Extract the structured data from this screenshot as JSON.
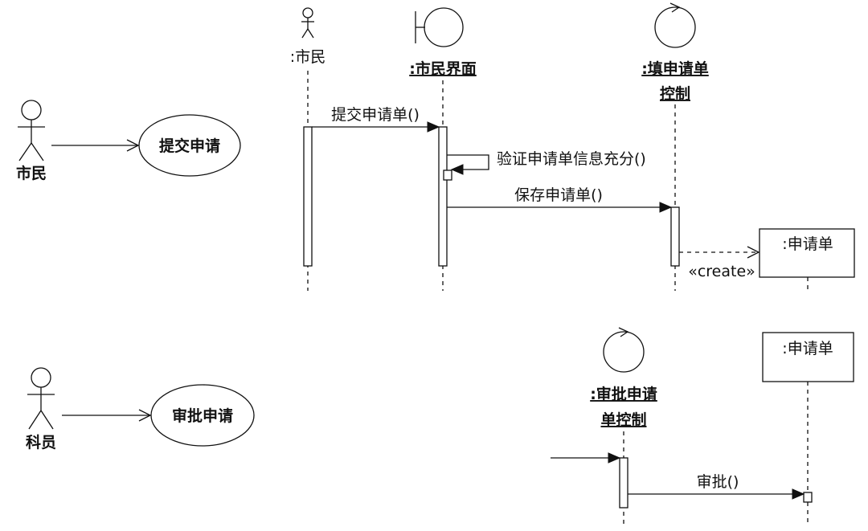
{
  "diagram": {
    "use_case_submit": {
      "actor": "市民",
      "use_case": "提交申请"
    },
    "use_case_approve": {
      "actor": "科员",
      "use_case": "审批申请"
    },
    "sequence_submit": {
      "lifeline_citizen": ":市民",
      "lifeline_ui": ":市民界面",
      "lifeline_control_line1": ":填申请单",
      "lifeline_control_line2": "控制",
      "object_form": ":申请单",
      "msg_submit": "提交申请单()",
      "msg_validate": "验证申请单信息充分()",
      "msg_save": "保存申请单()",
      "msg_create": "«create»"
    },
    "sequence_approve": {
      "lifeline_control_line1": ":审批申请",
      "lifeline_control_line2": "单控制",
      "object_form": ":申请单",
      "msg_approve": "审批()"
    }
  }
}
